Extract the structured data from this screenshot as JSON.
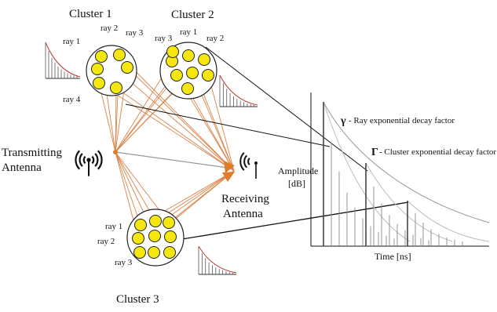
{
  "clusters": [
    {
      "label": "Cluster 1",
      "rays": [
        "ray 2",
        "ray 3",
        "ray 1",
        "ray 4"
      ]
    },
    {
      "label": "Cluster 2",
      "rays": [
        "ray 3",
        "ray 1",
        "ray 2"
      ]
    },
    {
      "label": "Cluster 3",
      "rays": [
        "ray 1",
        "ray 2",
        "ray 3"
      ]
    }
  ],
  "tx_label": [
    "Transmitting",
    "Antenna"
  ],
  "rx_label": [
    "Receiving",
    "Antenna"
  ],
  "plot": {
    "ylabel": [
      "Amplitude",
      "[dB]"
    ],
    "xlabel": "Time [ns]",
    "gamma_symbol": "γ",
    "gamma_text": "- Ray exponential decay factor",
    "Gamma_symbol": "Γ",
    "Gamma_text": "- Cluster exponential decay factor"
  },
  "colors": {
    "scatterer_fill": "#f5e60f",
    "scatterer_stroke": "#222222",
    "path": "#d9844a",
    "direct_path": "#999999",
    "antenna": "#111111",
    "decay_highlight": "#c0392b"
  }
}
